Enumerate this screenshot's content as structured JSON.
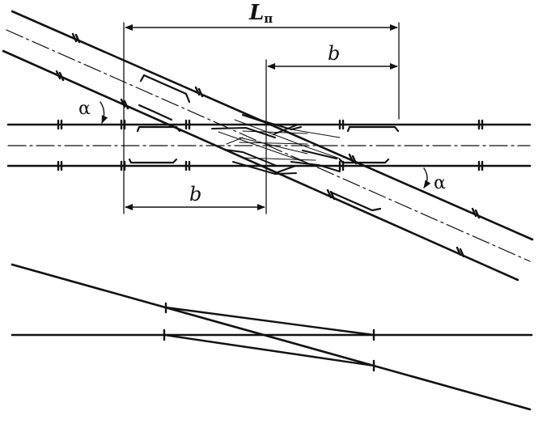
{
  "labels": {
    "length_symbol": "L",
    "length_subscript": "п",
    "offset_top": "b",
    "offset_bottom": "b",
    "angle_left": "α",
    "angle_right": "α"
  },
  "colors": {
    "line": "#111111",
    "background": "#ffffff"
  }
}
